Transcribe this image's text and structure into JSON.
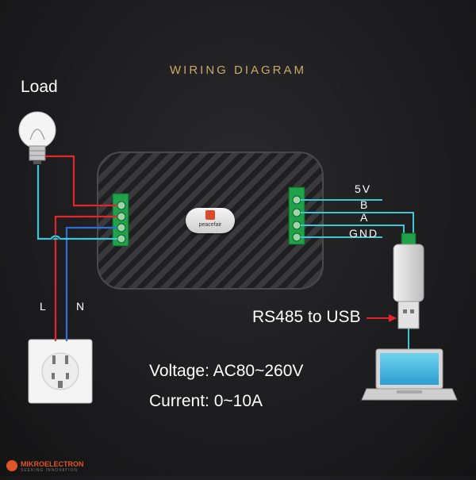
{
  "title": "WIRING DIAGRAM",
  "load_label": "Load",
  "line_labels": {
    "live": "L",
    "neutral": "N"
  },
  "rs485_pins": {
    "vcc": "5V",
    "b": "B",
    "a": "A",
    "gnd": "GND"
  },
  "converter_label": "RS485 to USB",
  "specs": {
    "voltage": "Voltage: AC80~260V",
    "current": "Current: 0~10A"
  },
  "device_brand": "peacefair",
  "watermark": {
    "name": "MIKROELECTRON",
    "tagline": "SEEKING INNOVATION"
  },
  "colors": {
    "live_wire": "#e2262d",
    "neutral_wire": "#2f6fd4",
    "data_wire": "#3ec7d6",
    "title": "#c9a968",
    "arrow": "#e2262d"
  }
}
